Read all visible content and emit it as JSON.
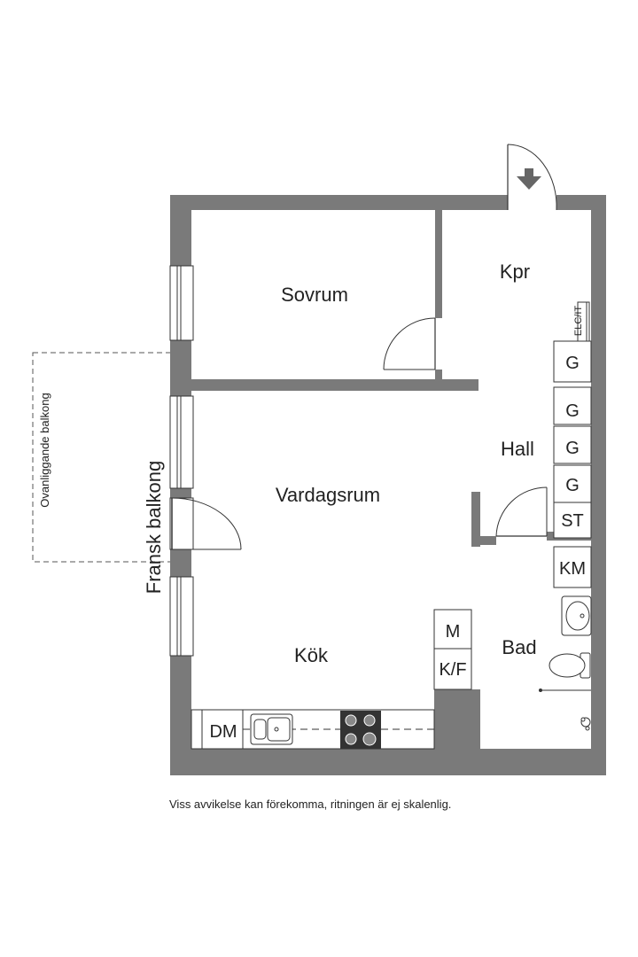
{
  "rooms": {
    "sovrum": "Sovrum",
    "kpr": "Kpr",
    "hall": "Hall",
    "vardagsrum": "Vardagsrum",
    "kok": "Kök",
    "bad": "Bad"
  },
  "balconies": {
    "french": "Fransk balkong",
    "above": "Ovanliggande balkong"
  },
  "fixtures": {
    "elc_it": "ELC/IT",
    "wardrobes": [
      "G",
      "G",
      "G",
      "G"
    ],
    "storage": "ST",
    "washer": "KM",
    "microwave": "M",
    "fridge_freezer": "K/F",
    "dishwasher": "DM"
  },
  "disclaimer": "Viss avvikelse kan förekomma, ritningen är ej skalenlig.",
  "colors": {
    "wall": "#7a7a7a",
    "line": "#333333",
    "background": "#ffffff"
  }
}
